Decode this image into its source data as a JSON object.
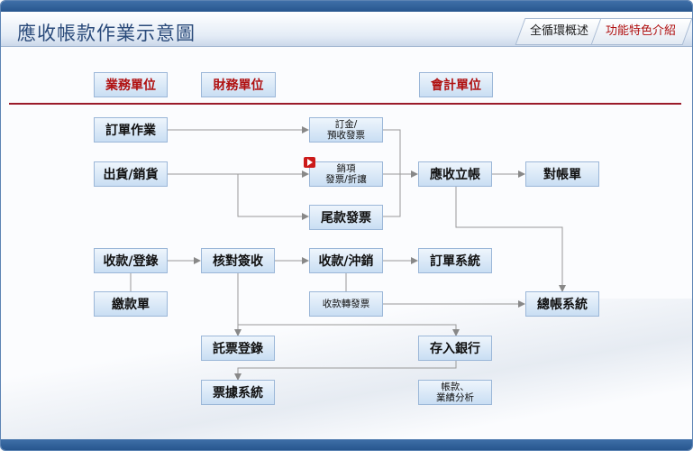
{
  "header": {
    "title": "應收帳款作業示意圖",
    "tabs": [
      "全循環概述",
      "功能特色介紹"
    ]
  },
  "categories": {
    "business": "業務單位",
    "finance": "財務單位",
    "accounting": "會計單位"
  },
  "nodes": {
    "order_work": "訂單作業",
    "shipment": "出貨/銷貨",
    "deposit_invoice": "訂金/\n預收發票",
    "sales_invoice": "銷項\n發票/折讓",
    "final_invoice": "尾款發票",
    "ar_posting": "應收立帳",
    "statement": "對帳單",
    "receipt_register": "收款/登錄",
    "payment_slip": "繳款單",
    "verify_sign": "核對簽收",
    "receipt_writeoff": "收款/沖銷",
    "order_system": "訂單系統",
    "receipt_to_invoice": "收款轉發票",
    "gl_system": "總帳系統",
    "consign_register": "託票登錄",
    "deposit_bank": "存入銀行",
    "note_system": "票據系統",
    "account_analysis": "帳款、\n業績分析"
  },
  "colors": {
    "accent": "#9b1b2a",
    "box_border": "#9bb7d8",
    "header_text": "#2a4a7a"
  }
}
